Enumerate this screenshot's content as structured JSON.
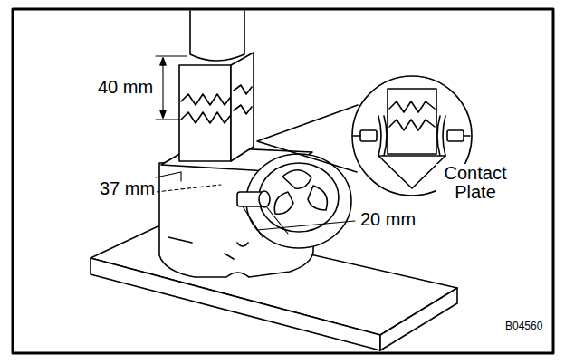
{
  "diagram": {
    "labels": [
      "40 mm",
      "Contact Plate",
      "37 mm",
      "20 mm",
      "B04560"
    ]
  }
}
